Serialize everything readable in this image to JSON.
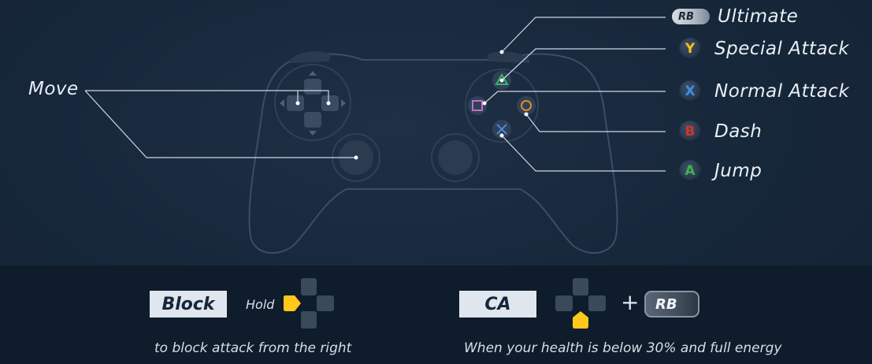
{
  "labels": {
    "move": "Move",
    "ultimate": "Ultimate",
    "special_attack": "Special Attack",
    "normal_attack": "Normal Attack",
    "dash": "Dash",
    "jump": "Jump"
  },
  "buttons": {
    "rb": "RB",
    "y": "Y",
    "x": "X",
    "b": "B",
    "a": "A"
  },
  "colors": {
    "y": "#f2c21b",
    "x": "#3f8ee6",
    "b": "#d0352a",
    "a": "#3fb24a",
    "triangle": "#38b56a",
    "square": "#c56fc8",
    "circle": "#e48a25",
    "cross": "#4f86e0",
    "highlight": "#ffc81a"
  },
  "bottom": {
    "block_label": "Block",
    "block_hold": "Hold",
    "block_hint": "to block attack from the right",
    "ca_label": "CA",
    "ca_plus": "+",
    "ca_rb": "RB",
    "ca_hint": "When your health is below 30% and full energy"
  }
}
